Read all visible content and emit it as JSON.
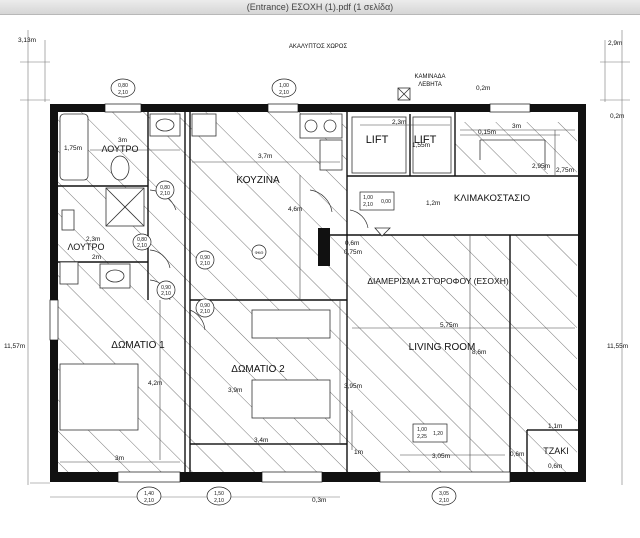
{
  "window": {
    "title": "(Entrance) ΕΣΟΧΗ (1).pdf (1 σελίδα)"
  },
  "plan": {
    "header": "ΑΚΑΛΥΠΤΟΣ ΧΩΡΟΣ",
    "boiler": [
      "ΚΑΜΙΝΑΔΑ",
      "ΛΕΒΗΤΑ"
    ],
    "rooms": {
      "bath1": "ΛΟΥΤΡΟ",
      "bath2": "ΛΟΥΤΡΟ",
      "kitchen": "ΚΟΥΖΙΝΑ",
      "lift1": "LIFT",
      "lift2": "LIFT",
      "stairs": "ΚΛΙΜΑΚΟΣΤΑΣΙΟ",
      "apartment": "ΔΙΑΜΕΡΙΣΜΑ ΣΤ'ΟΡΟΦΟΥ (ΕΣΟΧΗ)",
      "room1": "ΔΩΜΑΤΙΟ 1",
      "room2": "ΔΩΜΑΤΙΟ 2",
      "living": "LIVING ROOM",
      "fireplace": "ΤΖΑΚΙ",
      "pillar": "ΦΚΘ"
    },
    "dims": {
      "d_left_top": "3,13m",
      "d_right_top": "2,9m",
      "d_left_h": "11,57m",
      "d_right_h": "11,55m",
      "d_02a": "0,2m",
      "d_02b": "0,2m",
      "d_23": "2,3m",
      "d_3m_top": "3m",
      "d_015": "0,15m",
      "d_295": "2,95m",
      "d_275": "2,75m",
      "d_155": "1,55m",
      "d_12": "1,2m",
      "d_37": "3,7m",
      "d_46": "4,6m",
      "d_3m_b1": "3m",
      "d_175": "1,75m",
      "d_23b": "2,3m",
      "d_2m": "2m",
      "d_42": "4,2m",
      "d_39": "3,9m",
      "d_34": "3,4m",
      "d_3m_bot": "3m",
      "d_575": "5,75m",
      "d_86": "8,6m",
      "d_395": "3,95m",
      "d_305": "3,05m",
      "d_1m": "1m",
      "d_06": "0,6m",
      "d_06b": "0,6m",
      "d_11": "1,1m",
      "d_03": "0,3m",
      "d_06c": "0,6m",
      "d_075": "0,75m"
    },
    "tags": {
      "w_top1": [
        "0,80",
        "2,10"
      ],
      "w_top2": [
        "1,00",
        "2,10"
      ],
      "w_bot1": [
        "1,40",
        "2,10"
      ],
      "w_bot2": [
        "1,50",
        "2,10"
      ],
      "w_bot3": [
        "3,05",
        "2,10"
      ],
      "d_bath1": [
        "0,80",
        "2,10"
      ],
      "d_bath2": [
        "0,80",
        "2,10"
      ],
      "d_room1": [
        "0,90",
        "2,10"
      ],
      "d_room2": [
        "0,90",
        "2,10"
      ],
      "d_lift": [
        "1,00",
        "2,10",
        "0,00"
      ],
      "d_living": [
        "1,00",
        "2,25",
        "1,20"
      ]
    }
  }
}
